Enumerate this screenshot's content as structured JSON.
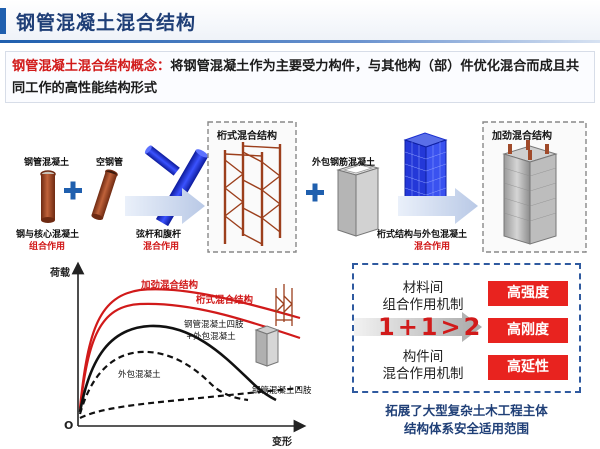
{
  "title": "钢管混凝土混合结构",
  "concept": {
    "label": "钢管混凝土混合结构概念：",
    "text": "将钢管混凝土作为主要受力构件，与其他构（部）件优化混合而成且共同工作的高性能结构形式"
  },
  "diagram": {
    "cfst_label": "钢管混凝土",
    "steel_tube_label": "空钢管",
    "core_label": "钢与核心混凝土",
    "core_effect": "组合作用",
    "truss_members_label": "弦杆和腹杆",
    "truss_effect": "混合作用",
    "lattice_box_title": "桁式混合结构",
    "encased_label": "外包钢筋混凝土",
    "interaction_label": "桁式结构与外包混凝土",
    "interaction_effect": "混合作用",
    "stiffened_box_title": "加劲混合结构"
  },
  "chart": {
    "y_axis_label": "荷载",
    "x_axis_label": "变形",
    "origin_label": "O",
    "curve_labels": {
      "stiffened": "加劲混合结构",
      "lattice": "桁式混合结构",
      "cfst_encased_line1": "钢管混凝土四肢",
      "cfst_encased_line2": "+外包混凝土",
      "encased": "外包混凝土",
      "cfst_four": "钢管混凝土四肢"
    }
  },
  "mechanism": {
    "material_line1": "材料间",
    "material_line2": "组合作用机制",
    "member_line1": "构件间",
    "member_line2": "混合作用机制",
    "formula": "1+1>2",
    "badges": [
      "高强度",
      "高刚度",
      "高延性"
    ]
  },
  "summary": {
    "line1": "拓展了大型复杂土木工程主体",
    "line2": "结构体系安全适用范围"
  },
  "colors": {
    "title_blue": "#1f3f77",
    "accent_red": "#d11a1a",
    "badge_red": "#e8231f",
    "steel_rust": "#a04a2a",
    "truss_blue": "#1a2fd0"
  }
}
